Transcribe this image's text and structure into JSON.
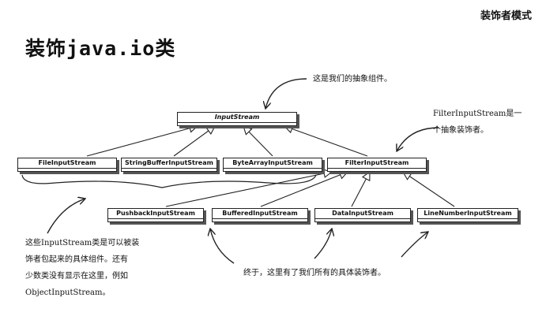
{
  "header": {
    "corner_title": "装饰者模式",
    "main_title": "装饰java.io类"
  },
  "classes": {
    "input_stream": "InputStream",
    "file_input_stream": "FileInputStream",
    "string_buffer_input_stream": "StringBufferInputStream",
    "byte_array_input_stream": "ByteArrayInputStream",
    "filter_input_stream": "FilterInputStream",
    "pushback_input_stream": "PushbackInputStream",
    "buffered_input_stream": "BufferedInputStream",
    "data_input_stream": "DataInputStream",
    "line_number_input_stream": "LineNumberInputStream"
  },
  "notes": {
    "abstract_component": "这是我们的抽象组件。",
    "abstract_decorator_line1": "FilterInputStream是一",
    "abstract_decorator_line2": "个抽象装饰者。",
    "concrete_components_line1": "这些InputStream类是可以被装",
    "concrete_components_line2": "饰者包起来的具体组件。还有",
    "concrete_components_line3": "少数类没有显示在这里，例如",
    "concrete_components_line4": "ObjectInputStream。",
    "concrete_decorators": "终于，这里有了我们所有的具体装饰者。"
  }
}
